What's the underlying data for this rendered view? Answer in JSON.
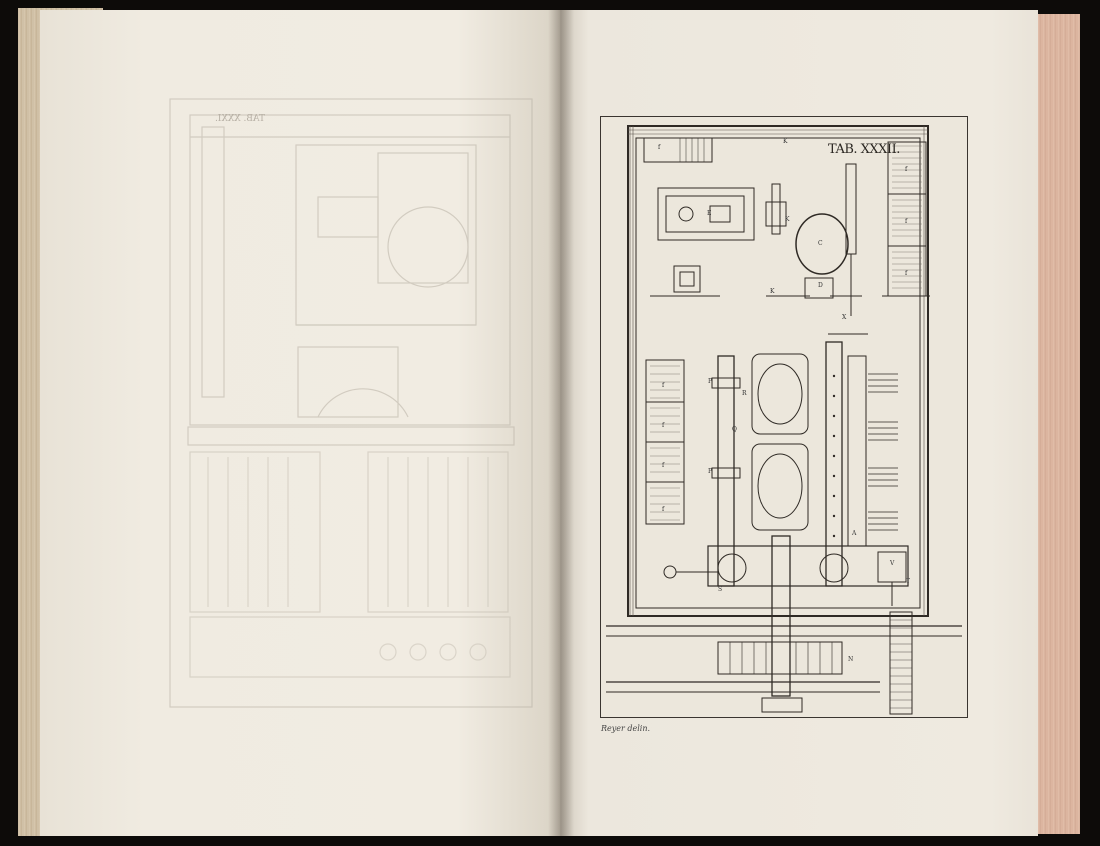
{
  "plate": {
    "title": "TAB. XXXII.",
    "credit": "Reyer delin.",
    "labels": [
      "K",
      "K",
      "K",
      "E",
      "C",
      "D",
      "X",
      "P",
      "P",
      "Q",
      "R",
      "S",
      "T",
      "V",
      "N",
      "A",
      "f",
      "f",
      "f",
      "f",
      "f",
      "f",
      "f",
      "f"
    ]
  },
  "reverse_plate": {
    "title": "TAB. XXXI."
  },
  "colors": {
    "paper": "#efeae0",
    "ink": "#2b2722",
    "page_edge_left": "#d3c4ab",
    "page_edge_right": "#e3bfaa"
  }
}
